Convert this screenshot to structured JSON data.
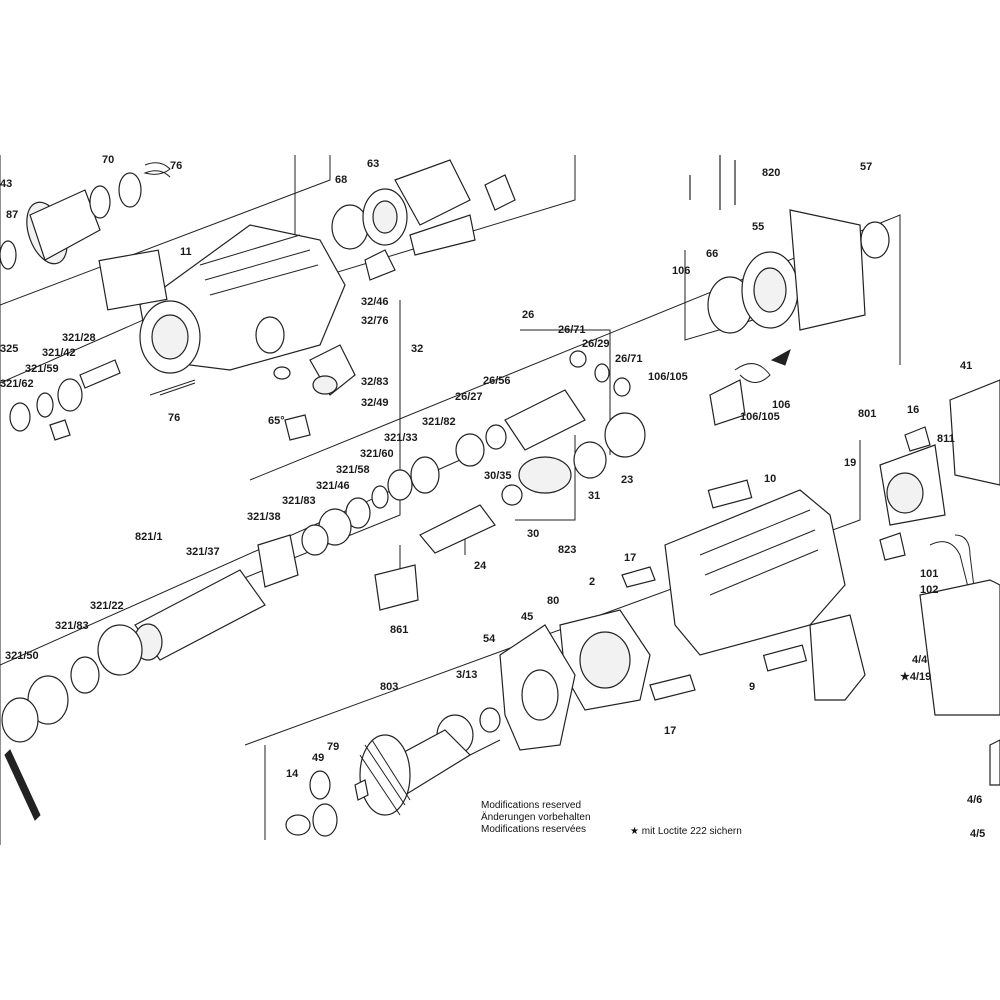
{
  "callouts": {
    "c43": "43",
    "c87": "87",
    "c70": "70",
    "c76a": "76",
    "c11": "11",
    "c68": "68",
    "c63": "63",
    "c32_46": "32/46",
    "c32_76": "32/76",
    "c32": "32",
    "c32_83": "32/83",
    "c32_49": "32/49",
    "c325": "325",
    "c321_28": "321/28",
    "c321_42": "321/42",
    "c321_59": "321/59",
    "c321_62": "321/62",
    "c76b": "76",
    "c65": "65°",
    "c26": "26",
    "c26_71a": "26/71",
    "c26_29": "26/29",
    "c26_71b": "26/71",
    "c26_56": "26/56",
    "c26_27": "26/27",
    "c820": "820",
    "c57": "57",
    "c55": "55",
    "c66": "66",
    "c106a": "106",
    "c106_105a": "106/105",
    "c106b": "106",
    "c106_105b": "106/105",
    "c41": "41",
    "c801": "801",
    "c16": "16",
    "c811": "811",
    "c19": "19",
    "c10": "10",
    "c321_82": "321/82",
    "c321_33": "321/33",
    "c321_60": "321/60",
    "c321_58": "321/58",
    "c321_46": "321/46",
    "c321_83": "321/83",
    "c321_38": "321/38",
    "c30_35": "30/35",
    "c30": "30",
    "c31": "31",
    "c23": "23",
    "c823": "823",
    "c24": "24",
    "c861": "861",
    "c821_1": "821/1",
    "c321_37": "321/37",
    "c321_22": "321/22",
    "c321_83b": "321/83",
    "c321_50": "321/50",
    "c17a": "17",
    "c2": "2",
    "c80": "80",
    "c45": "45",
    "c54": "54",
    "c3_13": "3/13",
    "c17b": "17",
    "c9": "9",
    "c101": "101",
    "c102": "102",
    "c4_4": "4/4",
    "c4_19": "★4/19",
    "c4_6": "4/6",
    "c4_5": "4/5",
    "c803": "803",
    "c79": "79",
    "c49": "49",
    "c14": "14"
  },
  "notes": {
    "mod_en": "Modifications reserved",
    "mod_de": "Änderungen vorbehalten",
    "mod_fr": "Modifications reservées",
    "loctite": "★ mit Loctite 222 sichern"
  }
}
